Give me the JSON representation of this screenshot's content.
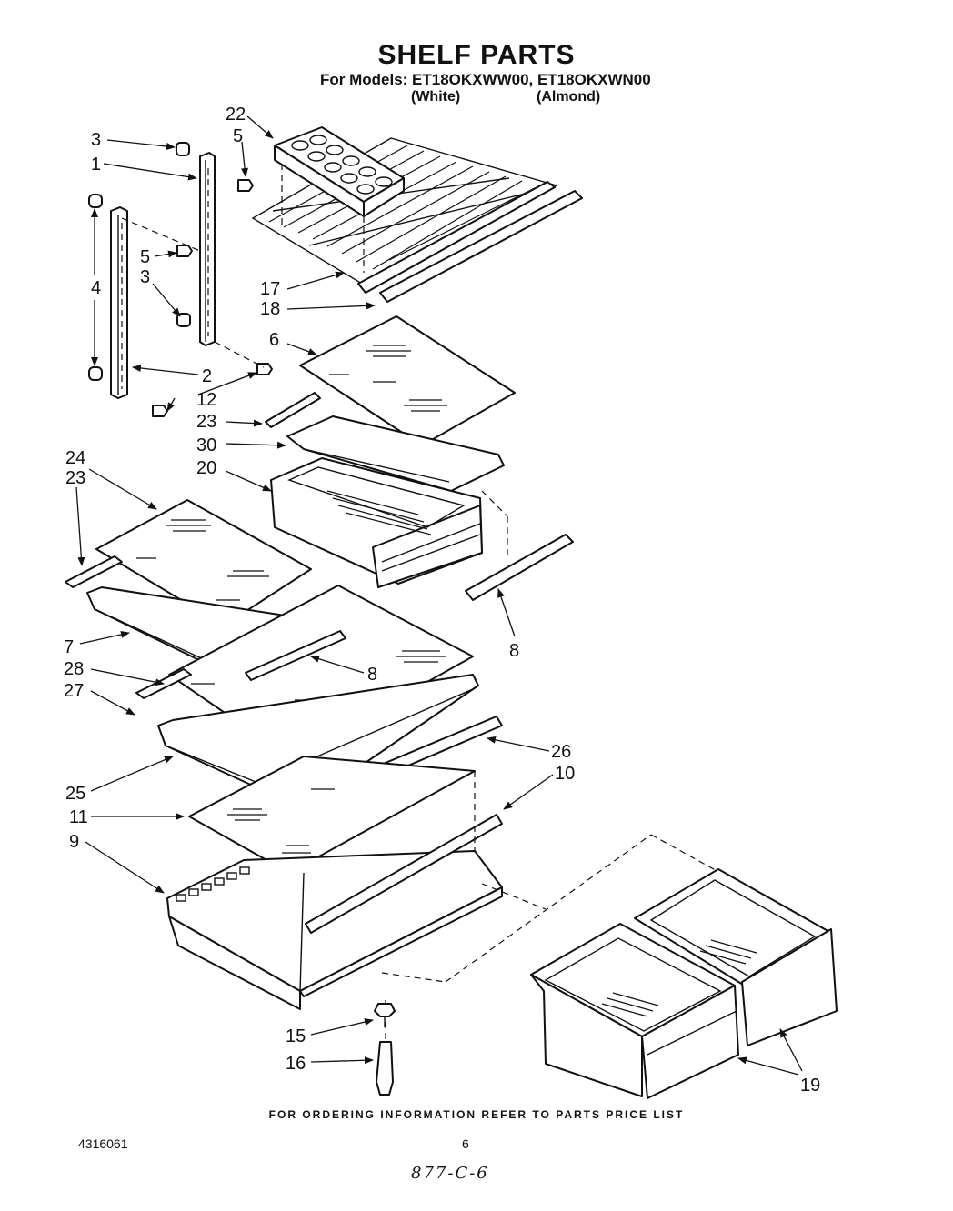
{
  "header": {
    "title": "SHELF PARTS",
    "models_line": "For Models: ET18OKXWW00, ET18OKXWN00",
    "variant_white": "(White)",
    "variant_almond": "(Almond)"
  },
  "callouts": [
    "3",
    "1",
    "22",
    "5",
    "4",
    "5",
    "3",
    "17",
    "18",
    "6",
    "2",
    "12",
    "23",
    "30",
    "20",
    "24",
    "23",
    "7",
    "8",
    "8",
    "28",
    "27",
    "26",
    "10",
    "25",
    "11",
    "9",
    "19",
    "15",
    "16"
  ],
  "footer": {
    "ordering_note": "FOR ORDERING INFORMATION REFER TO PARTS PRICE LIST",
    "document_number": "4316061",
    "page_number": "6",
    "handwritten_note": "877-C-6"
  }
}
